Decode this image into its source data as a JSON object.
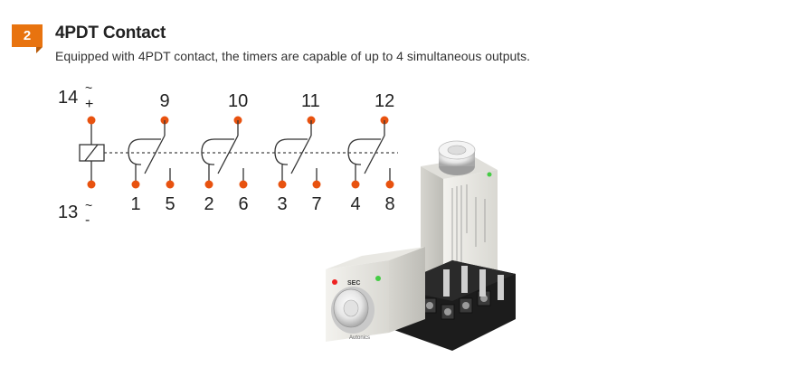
{
  "section": {
    "number": "2",
    "title": "4PDT Contact",
    "description": "Equipped with 4PDT contact, the timers are capable of up to 4 simultaneous outputs."
  },
  "diagram": {
    "coil": {
      "top_terminal": "14",
      "top_symbols": "~\n+",
      "bottom_terminal": "13",
      "bottom_symbols": "~\n-"
    },
    "contacts": [
      {
        "common": "9",
        "nc": "1",
        "no": "5"
      },
      {
        "common": "10",
        "nc": "2",
        "no": "6"
      },
      {
        "common": "11",
        "nc": "3",
        "no": "7"
      },
      {
        "common": "12",
        "nc": "4",
        "no": "8"
      }
    ],
    "colors": {
      "terminal": "#e8520f",
      "line": "#333333"
    }
  },
  "product": {
    "front_label": "SEC",
    "brand": "Autonics",
    "colors": {
      "housing": "#ecebe6",
      "socket": "#1c1c1c",
      "led_red": "#e22",
      "led_green": "#4c4"
    }
  }
}
